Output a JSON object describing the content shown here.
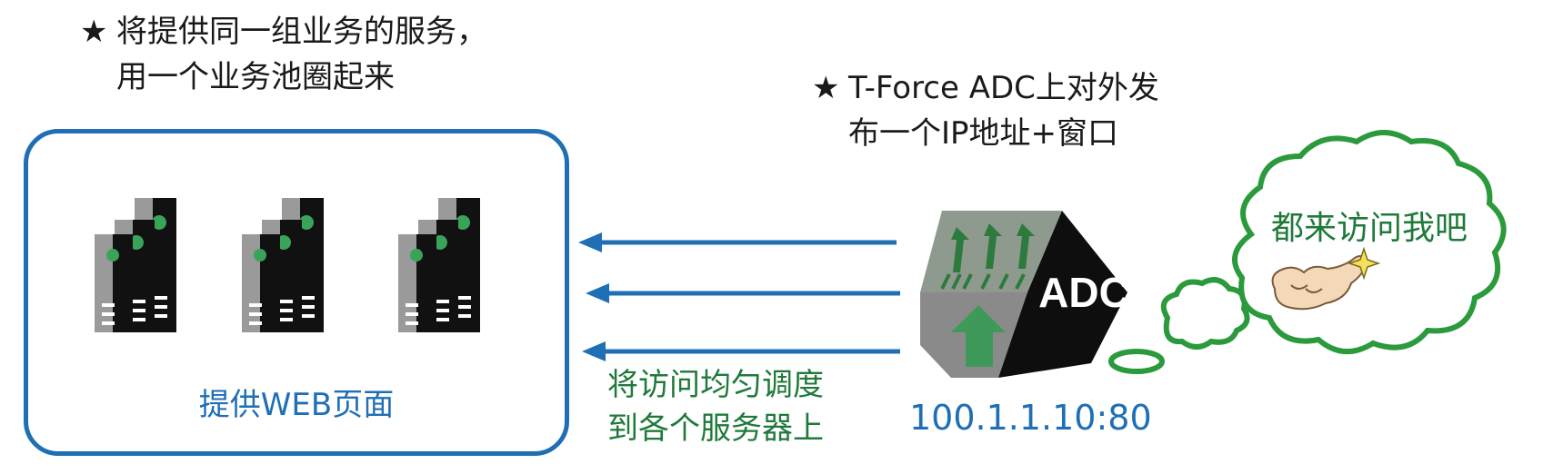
{
  "notes": {
    "pool": {
      "star": "★",
      "line1": "将提供同一组业务的服务，",
      "line2": "用一个业务池圈起来"
    },
    "adc": {
      "star": "★",
      "line1": "T-Force ADC上对外发",
      "line2": "布一个IP地址+窗口"
    }
  },
  "pool": {
    "label": "提供WEB页面"
  },
  "dispatch": {
    "line1": "将访问均匀调度",
    "line2": "到各个服务器上"
  },
  "adc": {
    "logo_text": "ADC",
    "address": "100.1.1.10:80"
  },
  "cloud": {
    "text": "都来访问我吧"
  },
  "icons": [
    "server-icon",
    "adc-device-icon",
    "arrow-left-icon",
    "thought-cloud-icon",
    "pointing-hand-icon",
    "sparkle-icon"
  ],
  "colors": {
    "blue": "#1f6fb5",
    "green": "#1f7a3a",
    "cloud_green": "#2b9a3c",
    "server_dark": "#111111",
    "server_gray": "#9a9a9a"
  }
}
